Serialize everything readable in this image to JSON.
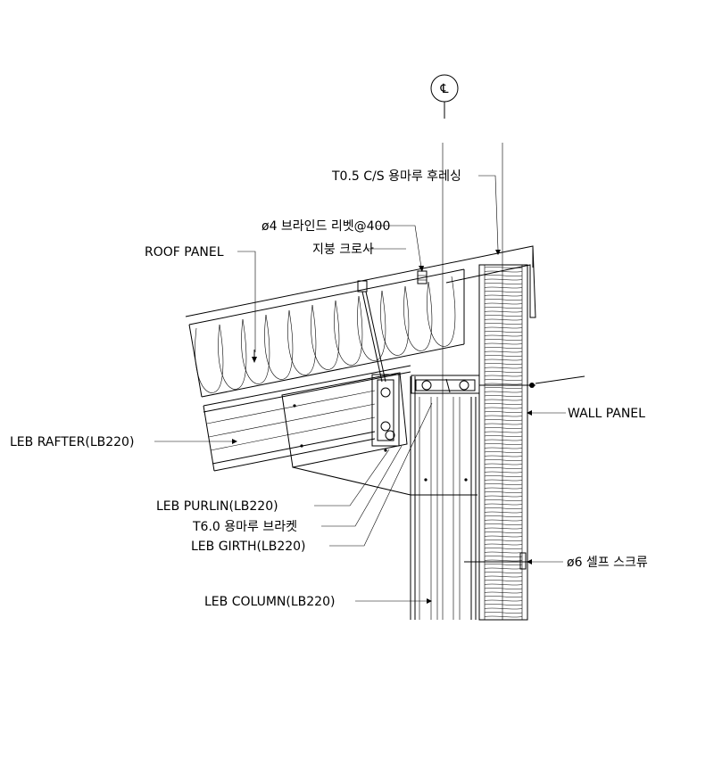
{
  "centerline_symbol": "℄",
  "labels": {
    "flashing": "T0.5 C/S 용마루 후레싱",
    "blind_rivet": "ø4 브라인드 리벳@400",
    "roof_closure": "지붕 크로사",
    "roof_panel": "ROOF PANEL",
    "wall_panel": "WALL PANEL",
    "rafter": "LEB  RAFTER(LB220)",
    "purlin": "LEB PURLIN(LB220)",
    "bracket": "T6.0 용마루 브라켓",
    "girth": "LEB GIRTH(LB220)",
    "self_screw": "ø6 셀프 스크류",
    "column": "LEB COLUMN(LB220)"
  }
}
